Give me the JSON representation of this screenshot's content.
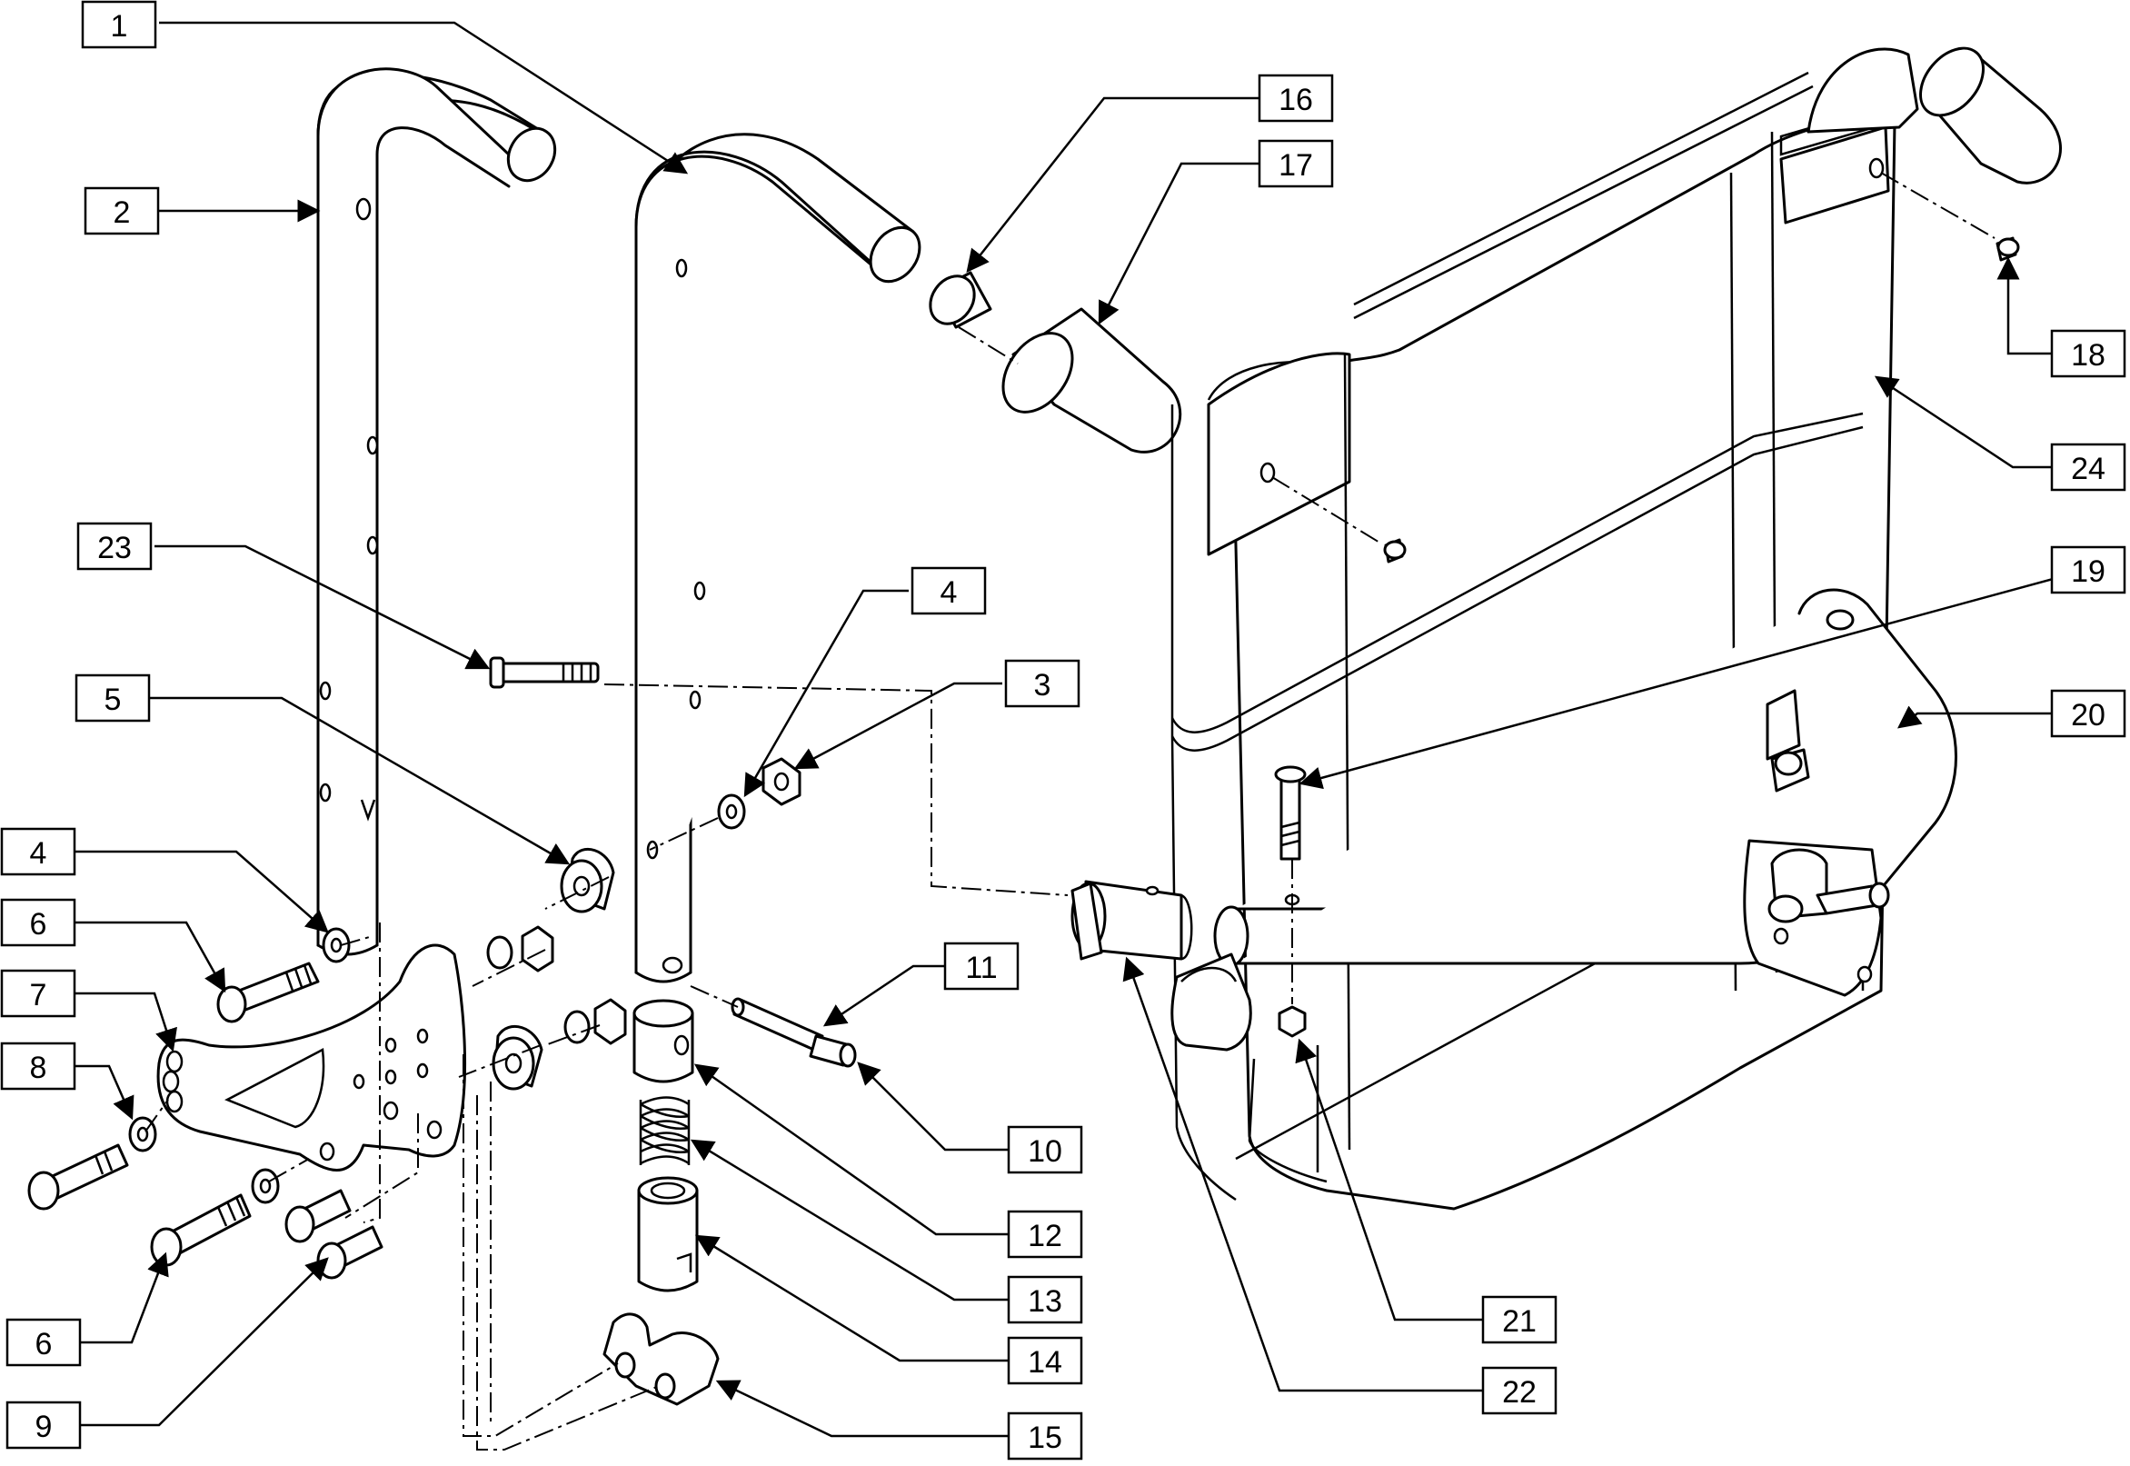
{
  "diagram": {
    "type": "exploded-parts-diagram",
    "callouts": [
      {
        "label": "1"
      },
      {
        "label": "2"
      },
      {
        "label": "16"
      },
      {
        "label": "17"
      },
      {
        "label": "18"
      },
      {
        "label": "24"
      },
      {
        "label": "23"
      },
      {
        "label": "4"
      },
      {
        "label": "3"
      },
      {
        "label": "5"
      },
      {
        "label": "19"
      },
      {
        "label": "20"
      },
      {
        "label": "4"
      },
      {
        "label": "6"
      },
      {
        "label": "7"
      },
      {
        "label": "11"
      },
      {
        "label": "8"
      },
      {
        "label": "10"
      },
      {
        "label": "12"
      },
      {
        "label": "13"
      },
      {
        "label": "6"
      },
      {
        "label": "14"
      },
      {
        "label": "21"
      },
      {
        "label": "22"
      },
      {
        "label": "9"
      },
      {
        "label": "15"
      }
    ]
  }
}
